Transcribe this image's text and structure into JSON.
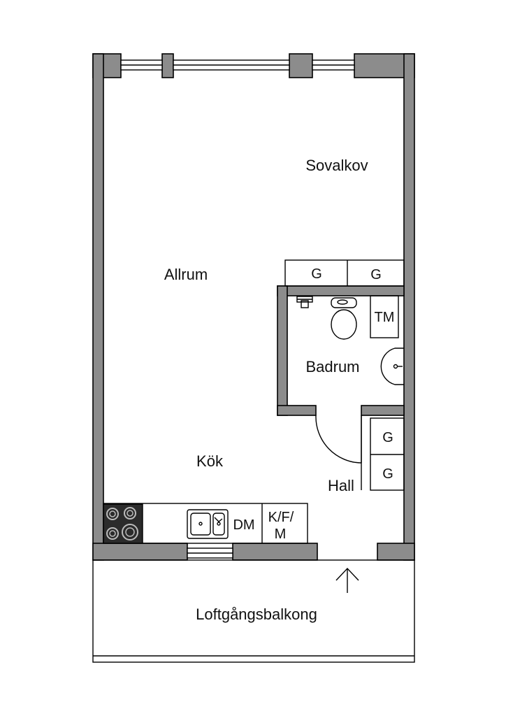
{
  "rooms": {
    "sovalkov": "Sovalkov",
    "allrum": "Allrum",
    "badrum": "Badrum",
    "kok": "Kök",
    "hall": "Hall",
    "balkong": "Loftgångsbalkong"
  },
  "fixtures": {
    "wardrobe_top_left": "G",
    "wardrobe_top_right": "G",
    "wardrobe_hall_upper": "G",
    "wardrobe_hall_lower": "G",
    "tm": "TM",
    "dm": "DM",
    "kfm_line1": "K/F/",
    "kfm_line2": "M"
  }
}
